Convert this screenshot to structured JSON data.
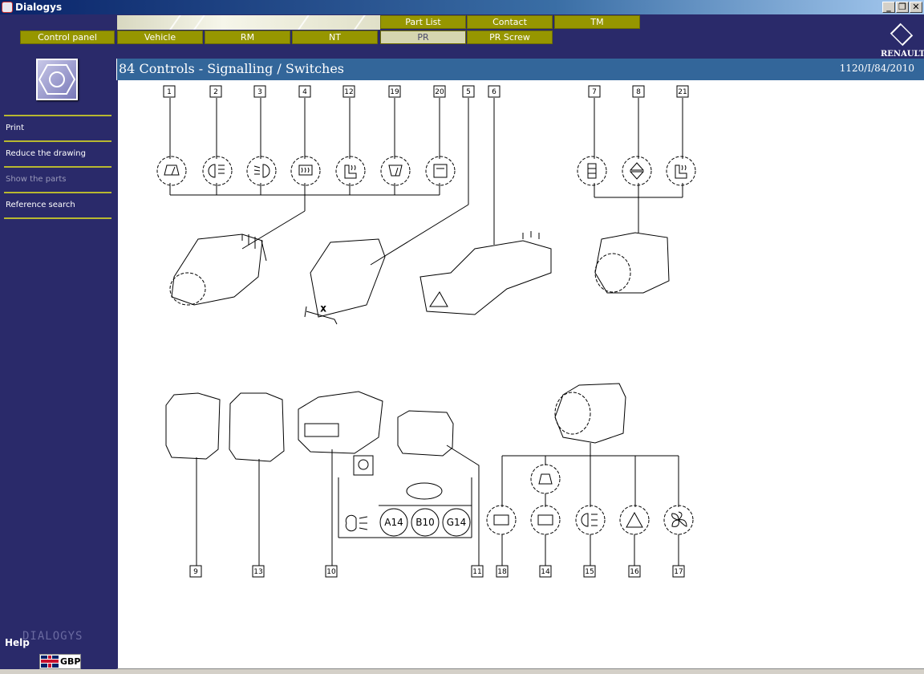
{
  "window": {
    "title": "Dialogys"
  },
  "tabs_top": [
    "Part List",
    "Contact",
    "TM"
  ],
  "tabs_main": [
    "Control panel",
    "Vehicle",
    "RM",
    "NT",
    "PR",
    "PR Screw"
  ],
  "brand": "RENAULT",
  "sidebar": {
    "items": [
      {
        "label": "Print",
        "enabled": true
      },
      {
        "label": "Reduce the drawing",
        "enabled": true
      },
      {
        "label": "Show the parts",
        "enabled": false
      },
      {
        "label": "Reference search",
        "enabled": true
      }
    ],
    "help": "Help",
    "product": "DIALOGYS",
    "language": "GBP"
  },
  "header": {
    "title": "84 Controls - Signalling / Switches",
    "reference": "1120/I/84/2010"
  },
  "drawing": {
    "callouts": [
      "1",
      "2",
      "3",
      "4",
      "12",
      "19",
      "20",
      "5",
      "6",
      "7",
      "8",
      "21",
      "9",
      "13",
      "10",
      "11",
      "18",
      "14",
      "15",
      "16",
      "17"
    ],
    "connector_codes": [
      "A14",
      "B10",
      "G14"
    ],
    "dimension_label": "X"
  }
}
